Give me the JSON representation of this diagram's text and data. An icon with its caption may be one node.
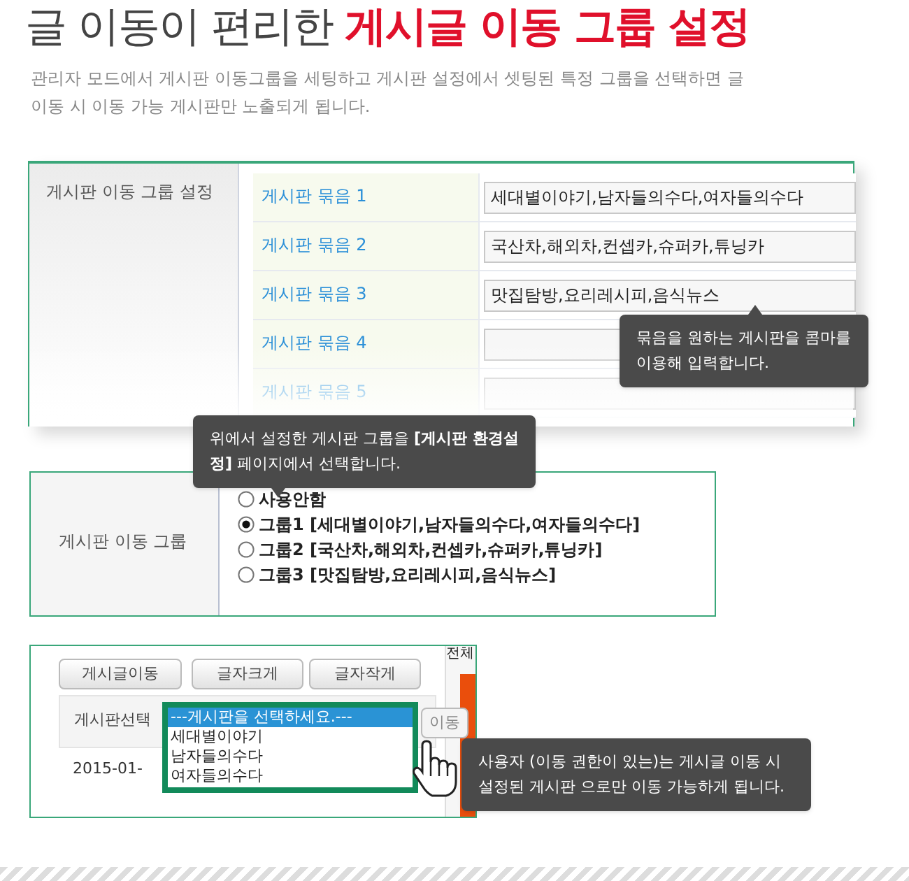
{
  "diagram": {
    "title": "글 이동이 편리한 **게시글 이동 그룹 설정**",
    "nodes": [
      {
        "text": [
          "게시판 이동 그룹 설정"
        ]
      },
      {
        "text": [
          "게시판 묶음 1",
          "세대별이야기,남자들의수다,여자들의수다"
        ],
        "in": 0
      },
      {
        "text": [
          "게시판 묶음 2",
          "국산차,해외차,컨셉카,슈퍼카,튜닝카"
        ],
        "in": 0
      },
      {
        "text": [
          "게시판 묶음 3",
          "맛집탐방,요리레시피,음식뉴스"
        ],
        "in": 0
      },
      {
        "text": [
          "게시판 묶음 4"
        ],
        "in": 0
      },
      {
        "text": [
          "게시판 묶음 5"
        ],
        "in": 0
      },
      {
        "text": [
          "묶음을 원하는 게시판을 콤마를 이용해 입력합니다."
        ]
      },
      {
        "text": [
          "위에서 설정한 게시판 그룹을 **[게시판 환경설정]** 페이지에서 선택합니다."
        ]
      },
      {
        "text": [
          "게시판 이동 그룹",
          "사용안함",
          "그룹1 [세대별이야기,남자들의수다,여자들의수다]",
          "그룹2 [국산차,해외차,컨셉카,슈퍼카,튜닝카]",
          "그룹3 [맛집탐방,요리레시피,음식뉴스]"
        ]
      },
      {
        "text": [
          "게시글이동",
          "글자크게",
          "글자작게",
          "게시판선택",
          "이동",
          "2015-01-",
          "전체"
        ]
      },
      {
        "text": [
          "---게시판을 선택하세요.---",
          "세대별이야기",
          "남자들의수다",
          "여자들의수다"
        ],
        "in": 9
      },
      {
        "text": [
          "사용자 (이동 권한이 있는)는 게시글 이동 시 설정된 게시판 으로만 이동 가능하게 됩니다."
        ]
      }
    ],
    "labels": [
      "관리자 모드에서 게시판 이동그룹을 세팅하고 게시판 설정에서 셋팅된 특정 그룹을 선택하면 글 이동 시 이동 가능 게시판만 노출되게 됩니다."
    ]
  }
}
